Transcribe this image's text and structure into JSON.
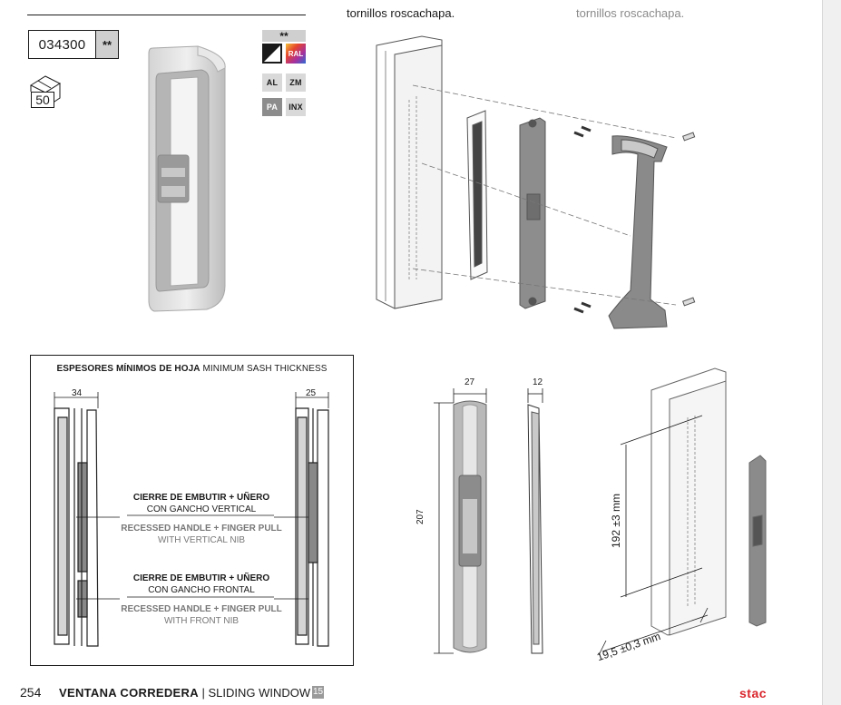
{
  "header": {
    "text_left": "tornillos roscachapa.",
    "text_right": "tornillos roscachapa."
  },
  "product": {
    "code": "034300",
    "stars": "**",
    "pack_quantity": "50"
  },
  "finishes": {
    "header": "**",
    "ral": "RAL",
    "badges": [
      {
        "label": "AL",
        "style": "light"
      },
      {
        "label": "ZM",
        "style": "light"
      },
      {
        "label": "PA",
        "style": "dark"
      },
      {
        "label": "INX",
        "style": "light"
      }
    ]
  },
  "sash_section": {
    "title_es": "ESPESORES MÍNIMOS DE HOJA",
    "title_en": "MINIMUM SASH THICKNESS",
    "dim_left": "34",
    "dim_right": "25",
    "note1": {
      "es_main": "CIERRE DE EMBUTIR + UÑERO",
      "es_sub": "CON GANCHO VERTICAL",
      "en_main": "RECESSED HANDLE + FINGER PULL",
      "en_sub": "WITH VERTICAL NIB"
    },
    "note2": {
      "es_main": "CIERRE DE EMBUTIR + UÑERO",
      "es_sub": "CON GANCHO FRONTAL",
      "en_main": "RECESSED HANDLE + FINGER PULL",
      "en_sub": "WITH FRONT NIB"
    }
  },
  "dimensions": {
    "width": "27",
    "depth": "12",
    "height": "207",
    "fixing_distance": "192 ±3 mm",
    "offset": "19,5 ±0,3 mm"
  },
  "footer": {
    "page_number": "254",
    "section_es": "VENTANA CORREDERA",
    "section_en": "SLIDING WINDOW",
    "section_number": "15",
    "brand": "stac"
  },
  "colors": {
    "brand_red": "#d9242b",
    "badge_grey": "#cfcfcf"
  }
}
